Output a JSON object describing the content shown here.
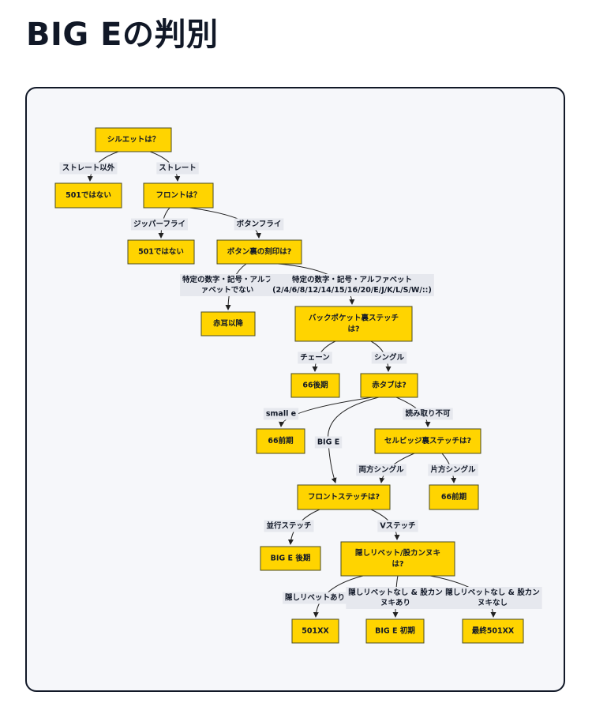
{
  "title": "BIG Eの判別",
  "colors": {
    "node_fill": "#ffd400",
    "node_border": "#4b4b20",
    "panel_bg": "#f6f7fa",
    "label_bg": "#e6e8ee"
  },
  "nodes": {
    "silhouette": [
      "シルエットは？"
    ],
    "not501a": [
      "501ではない"
    ],
    "front": [
      "フロントは？"
    ],
    "not501b": [
      "501ではない"
    ],
    "button_back": [
      "ボタン裏の刻印は?"
    ],
    "red_ear_after": [
      "赤耳以降"
    ],
    "back_pocket": [
      "バックポケット裏ステッチ",
      "は?"
    ],
    "late66": [
      "66後期"
    ],
    "red_tab": [
      "赤タブは?"
    ],
    "early66a": [
      "66前期"
    ],
    "selvedge": [
      "セルビッジ裏ステッチは?"
    ],
    "early66b": [
      "66前期"
    ],
    "front_stitch": [
      "フロントステッチは?"
    ],
    "bige_late": [
      "BIG E 後期"
    ],
    "hidden_rivet": [
      "隠しリベット/股カンヌキ",
      "は?"
    ],
    "xx501": [
      "501XX"
    ],
    "bige_early": [
      "BIG E 初期"
    ],
    "final_xx": [
      "最終501XX"
    ]
  },
  "edges": {
    "non_straight": [
      "ストレート以外"
    ],
    "straight": [
      "ストレート"
    ],
    "zipper_fly": [
      "ジッパーフライ"
    ],
    "button_fly": [
      "ボタンフライ"
    ],
    "specific_none": [
      "特定の数字・記号・アルフ",
      "ァベットでない"
    ],
    "specific_has": [
      "特定の数字・記号・アルファベット",
      "(2/4/6/8/12/14/15/16/20/E/J/K/L/S/W/::)"
    ],
    "chain": [
      "チェーン"
    ],
    "single": [
      "シングル"
    ],
    "small_e": [
      "small e"
    ],
    "unreadable": [
      "読み取り不可"
    ],
    "big_e": [
      "BIG E"
    ],
    "both_single": [
      "両方シングル"
    ],
    "one_single": [
      "片方シングル"
    ],
    "parallel": [
      "並行ステッチ"
    ],
    "v_stitch": [
      "Vステッチ"
    ],
    "with_hidden": [
      "隠しリベットあり"
    ],
    "without_hidden_with_bar": [
      "隠しリベットなし & 股カン",
      "ヌキあり"
    ],
    "without_both": [
      "隠しリベットなし & 股カン",
      "ヌキなし"
    ]
  }
}
